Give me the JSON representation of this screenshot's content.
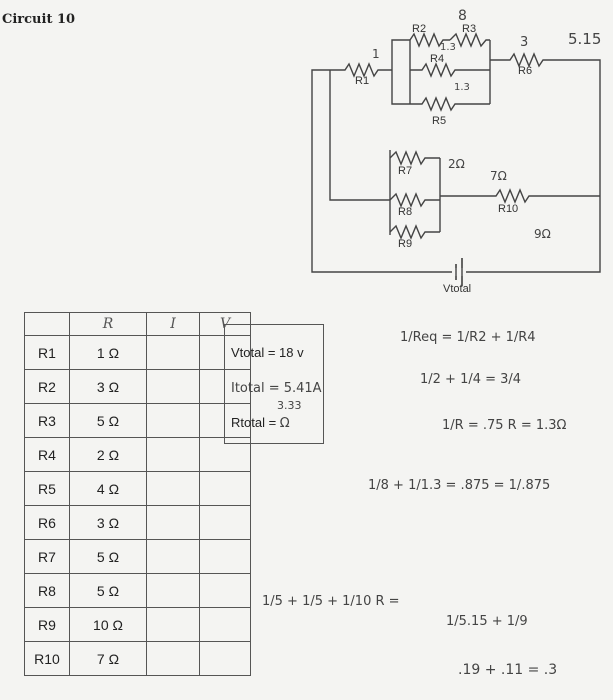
{
  "title": "Circuit 10",
  "circuit": {
    "labels": {
      "R1": "R1",
      "R2": "R2",
      "R3": "R3",
      "R4": "R4",
      "R5": "R5",
      "R6": "R6",
      "R7": "R7",
      "R8": "R8",
      "R9": "R9",
      "R10": "R10",
      "vtotal": "Vtotal"
    },
    "handwritten": {
      "top_8": "8",
      "r2_r3_value": "1.3",
      "r4_value": "1.3",
      "r1_value": "1",
      "r6_value": "3",
      "right_total": "5.15",
      "r7_value": "2Ω",
      "r10_value": "7Ω",
      "r9_value": "9Ω"
    }
  },
  "table": {
    "headers": {
      "name": "",
      "r": "R",
      "i": "I",
      "v": "V"
    },
    "rows": [
      {
        "name": "R1",
        "r": "1 Ω"
      },
      {
        "name": "R2",
        "r": "3 Ω"
      },
      {
        "name": "R3",
        "r": "5 Ω"
      },
      {
        "name": "R4",
        "r": "2 Ω"
      },
      {
        "name": "R5",
        "r": "4 Ω"
      },
      {
        "name": "R6",
        "r": "3 Ω"
      },
      {
        "name": "R7",
        "r": "5 Ω"
      },
      {
        "name": "R8",
        "r": "5 Ω"
      },
      {
        "name": "R9",
        "r": "10 Ω"
      },
      {
        "name": "R10",
        "r": "7 Ω"
      }
    ]
  },
  "totals": {
    "vtotal": "Vtotal = 18 v",
    "itotal": "Itotal = 5.41A",
    "itotal_note": "3.33",
    "rtotal": "Rtotal = ",
    "rtotal_hand": "Ω"
  },
  "work": {
    "eq1": "1/Req = 1/R2 + 1/R4",
    "eq2": "1/2 + 1/4 = 3/4",
    "eq3": "1/R = .75    R = 1.3Ω",
    "eq4": "1/8 + 1/1.3 = .875 = 1/.875",
    "eq5": "1/5 + 1/5 + 1/10    R =",
    "eq6": "1/5.15 + 1/9",
    "eq7": ".19 + .11 = .3"
  }
}
